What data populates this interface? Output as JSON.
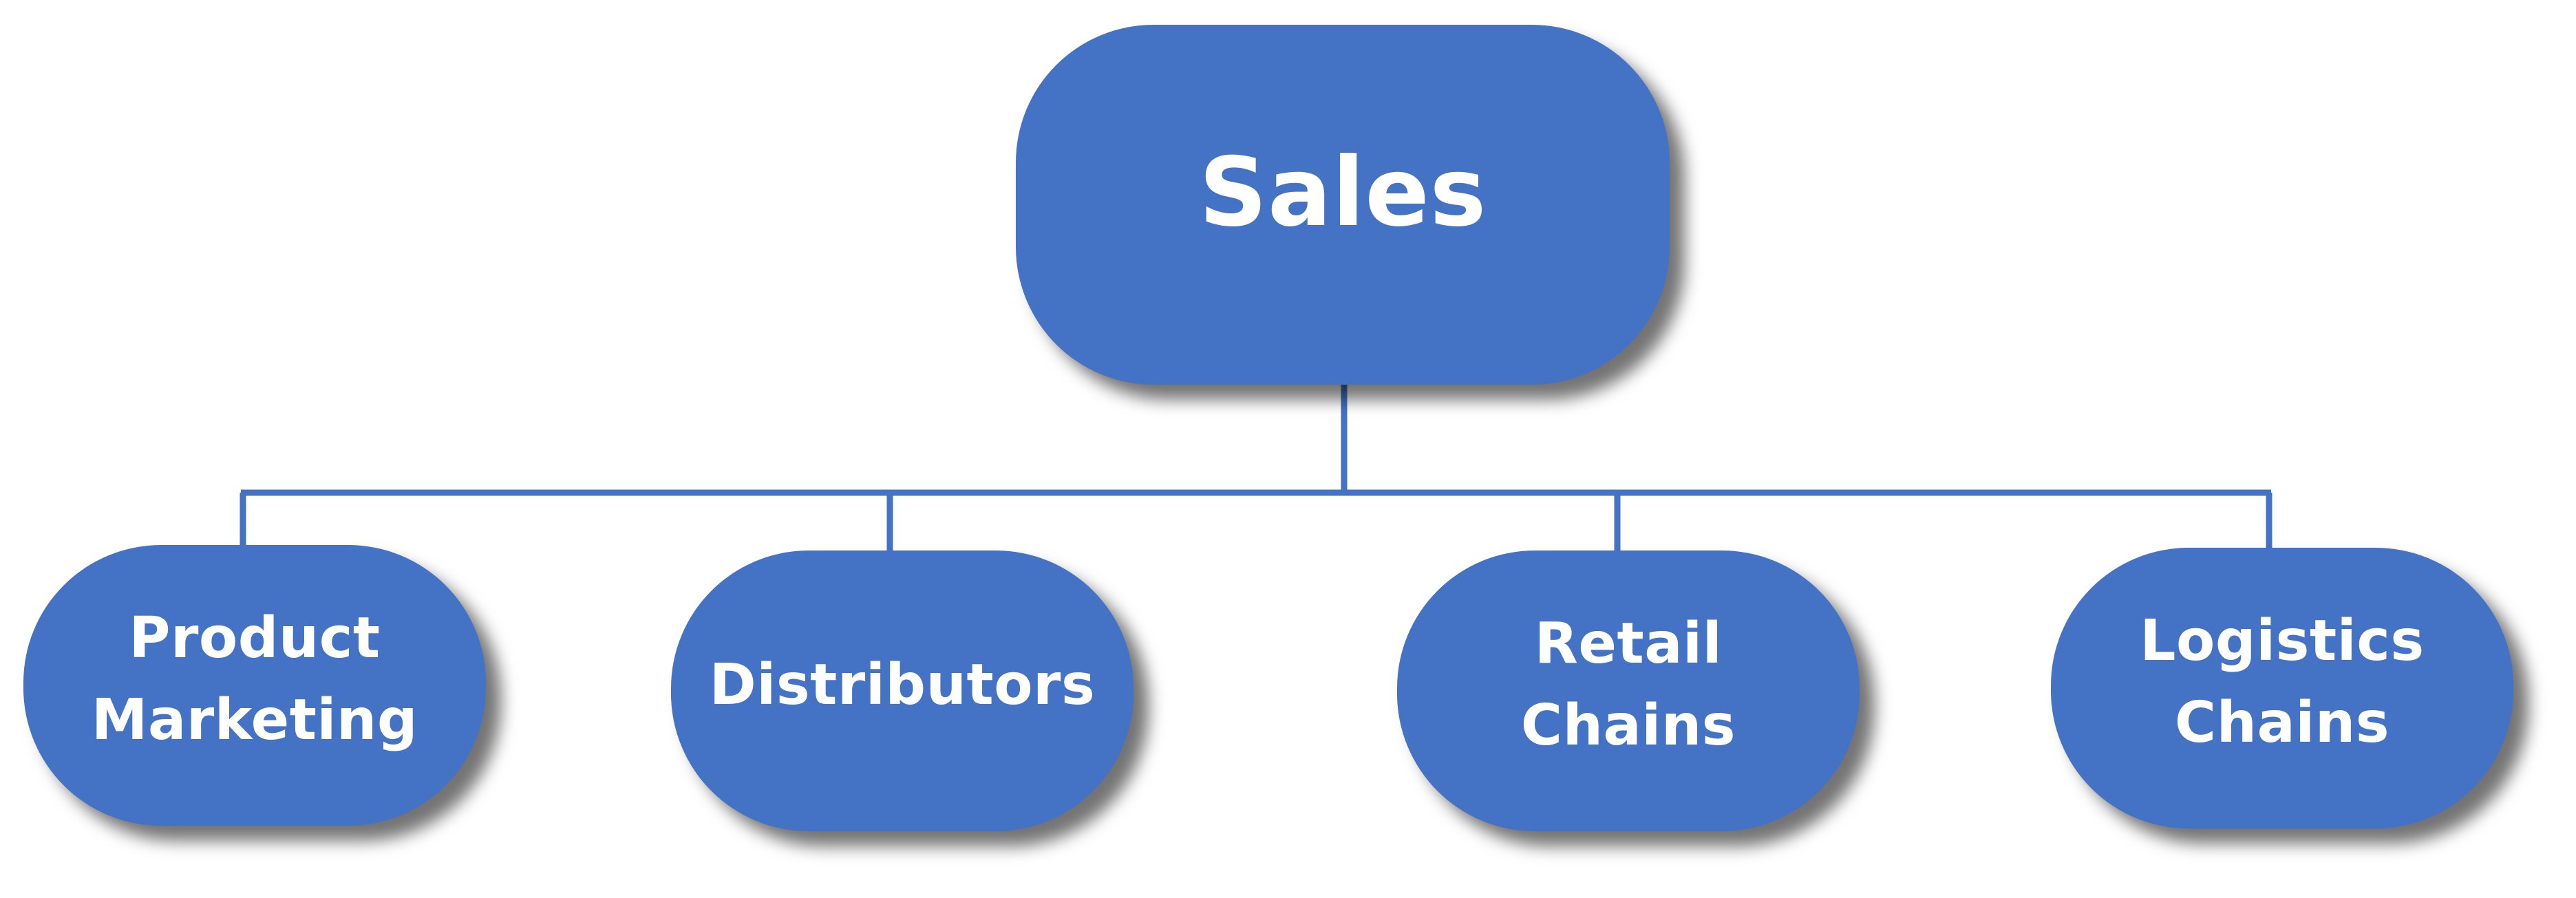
{
  "diagram": {
    "fill_color": "#4472C4",
    "line_color": "#4472C4",
    "shadow_color": "#000000",
    "root": {
      "label": "Sales"
    },
    "children": [
      {
        "label": "Product\nMarketing"
      },
      {
        "label": "Distributors"
      },
      {
        "label": "Retail Chains"
      },
      {
        "label": "Logistics\nChains"
      }
    ]
  }
}
